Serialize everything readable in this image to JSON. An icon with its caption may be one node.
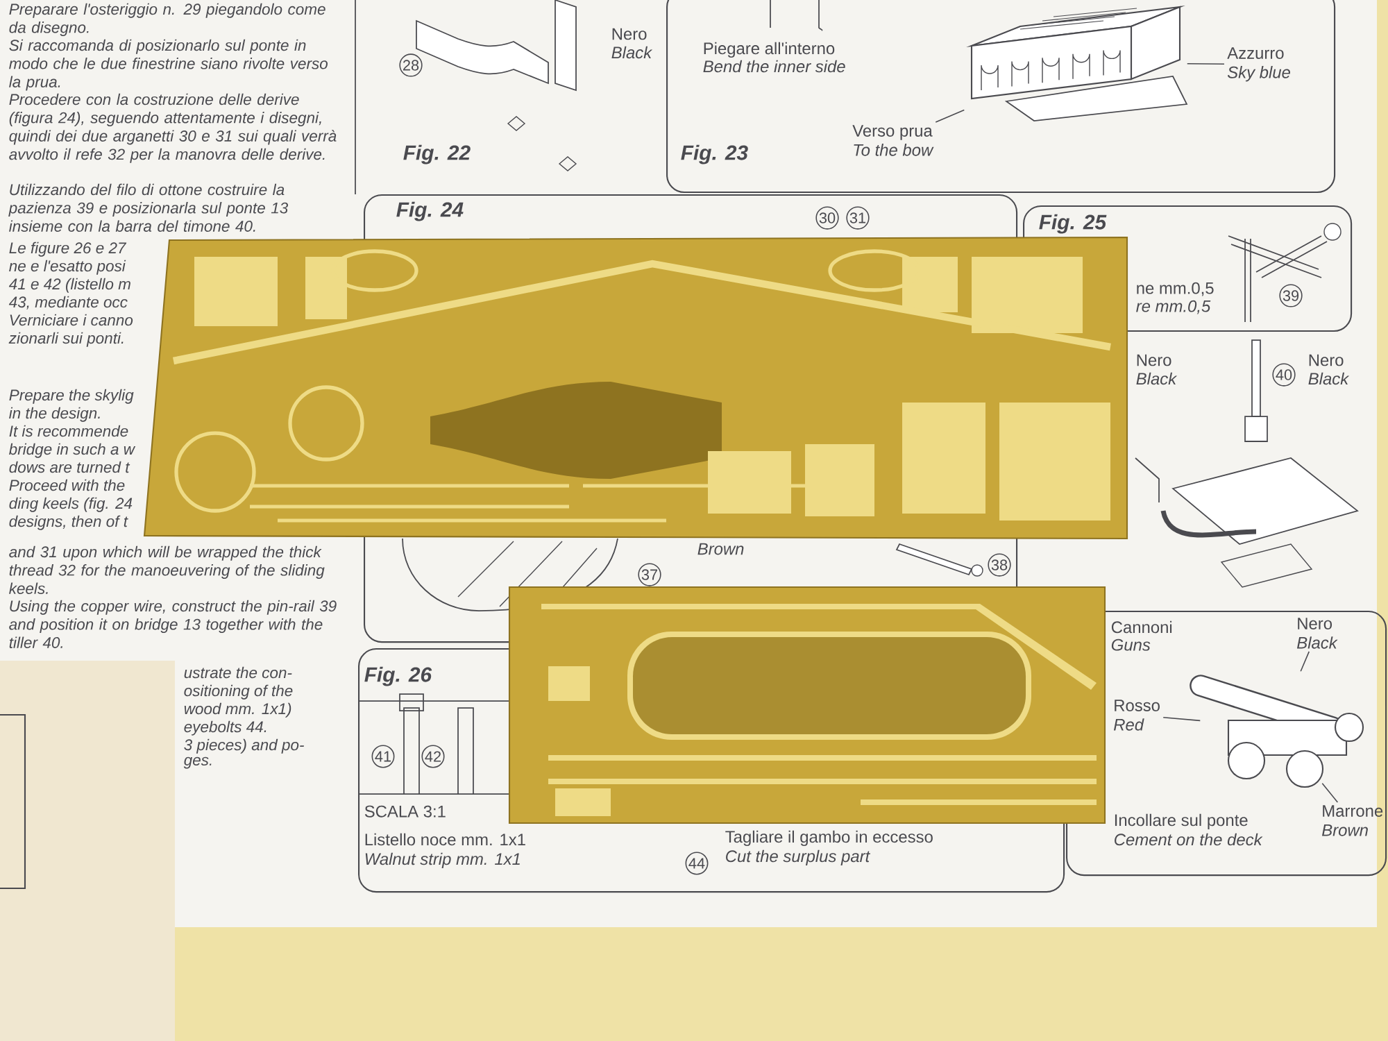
{
  "diagram": {
    "nodes": [
      {
        "text": [
          "Fig. 23"
        ]
      },
      {
        "text": [],
        "shape": "picture",
        "in": 0
      },
      {
        "text": [
          "Verso prua",
          "To the bow"
        ],
        "in": 0
      },
      {
        "text": [
          "Azzurro",
          "Sky blue"
        ],
        "in": 0
      },
      {
        "text": [
          "Fig. 24"
        ]
      },
      {
        "text": [
          "Fig. 25"
        ]
      },
      {
        "text": [
          "Fig. 26"
        ]
      },
      {
        "text": [
          "Incollare sul ponte",
          "Cement on the deck"
        ]
      },
      {
        "text": [],
        "shape": "picture",
        "in": 7
      },
      {
        "text": [
          "Nero",
          "Black"
        ],
        "in": 7
      },
      {
        "text": [
          "Rosso",
          "Red"
        ],
        "in": 7
      },
      {
        "text": [
          "Marrone",
          "Brown"
        ],
        "in": 7
      }
    ],
    "edges": [
      {
        "from": 2,
        "to": 1,
        "arrow": "none"
      },
      {
        "from": 3,
        "to": 1,
        "arrow": "none"
      },
      {
        "from": 9,
        "to": 8,
        "arrow": "none"
      },
      {
        "from": 10,
        "to": 8,
        "arrow": "none"
      },
      {
        "from": 11,
        "to": 8,
        "arrow": "none"
      }
    ],
    "labels": [
      "Preparare l'osteriggio n. 29 piegandolo come da disegno.",
      "Si raccomanda di posizionarlo sul ponte in modo che le due finestrine siano rivolte verso la prua.",
      "Procedere con la costruzione delle derive (figura 24), seguendo attentamente i disegni, quindi dei due arganetti 30 e 31 sui quali verrà avvolto il refe 32 per la manovra delle derive.",
      "Utilizzando del filo di ottone costruire la pazienza 39 e posizionarla sul ponte 13 insieme con la barra del timone 40.",
      "Le figure 26 e 27",
      "ne e l'esatto posi",
      "41 e 42 (listello m",
      "43, mediante occ",
      "Verniciare i canno",
      "zionarli sui ponti.",
      "Prepare the skylig",
      "in the design.",
      "It is recommende",
      "bridge in such a w",
      "dows are turned t",
      "Proceed with the",
      "ding keels (fig. 24",
      "designs, then of t",
      "and 31 upon which will be wrapped the thick thread 32 for the manoeuvering of the sliding keels.",
      "Using the copper wire, construct the pin-rail 39 and position it on bridge 13 together with the tiller 40.",
      "ustrate the con-",
      "ositioning of the",
      "wood mm. 1x1)",
      "eyebolts 44.",
      "3 pieces) and po-",
      "ges.",
      "28",
      "Nero",
      "Black",
      "Fig. 22",
      "Piegare all'interno",
      "Bend the inner side",
      "30",
      "31",
      "Brown",
      "37",
      "38",
      "ne mm.0,5",
      "re mm.0,5",
      "39",
      "Nero",
      "Black",
      "40",
      "Nero",
      "Black",
      "41",
      "42",
      "SCALA 3:1",
      "Listello noce mm. 1x1",
      "Walnut strip mm. 1x1",
      "44",
      "Tagliare il gambo in eccesso",
      "Cut the surplus part",
      "Cannoni",
      "Guns"
    ]
  }
}
